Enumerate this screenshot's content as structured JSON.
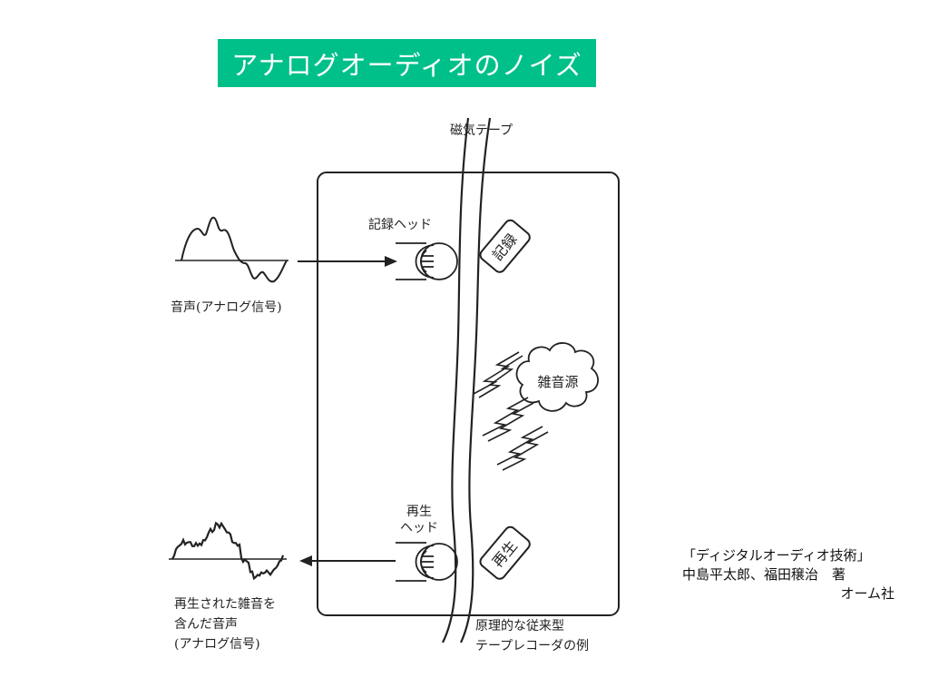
{
  "slide": {
    "title": "アナログオーディオのノイズ"
  },
  "diagram": {
    "tape_label": "磁気テープ",
    "record_head_label": "記録ヘッド",
    "record_zone_label": "記録",
    "analog_input_label": "音声(アナログ信号)",
    "noise_source_label": "雑音源",
    "playback_head_label_line1": "再生",
    "playback_head_label_line2": "ヘッド",
    "playback_zone_label": "再生",
    "output_label_line1": "再生された雑音を",
    "output_label_line2": "含んだ音声",
    "output_label_line3": "(アナログ信号)",
    "caption_line1": "原理的な従来型",
    "caption_line2": "テープレコーダの例"
  },
  "citation": {
    "line1": "「ディジタルオーディオ技術」",
    "line2": "中島平太郎、福田穣治　著",
    "line3": "オーム社"
  },
  "colors": {
    "title_background": "#00c08a",
    "title_text": "#ffffff",
    "line": "#222222"
  }
}
